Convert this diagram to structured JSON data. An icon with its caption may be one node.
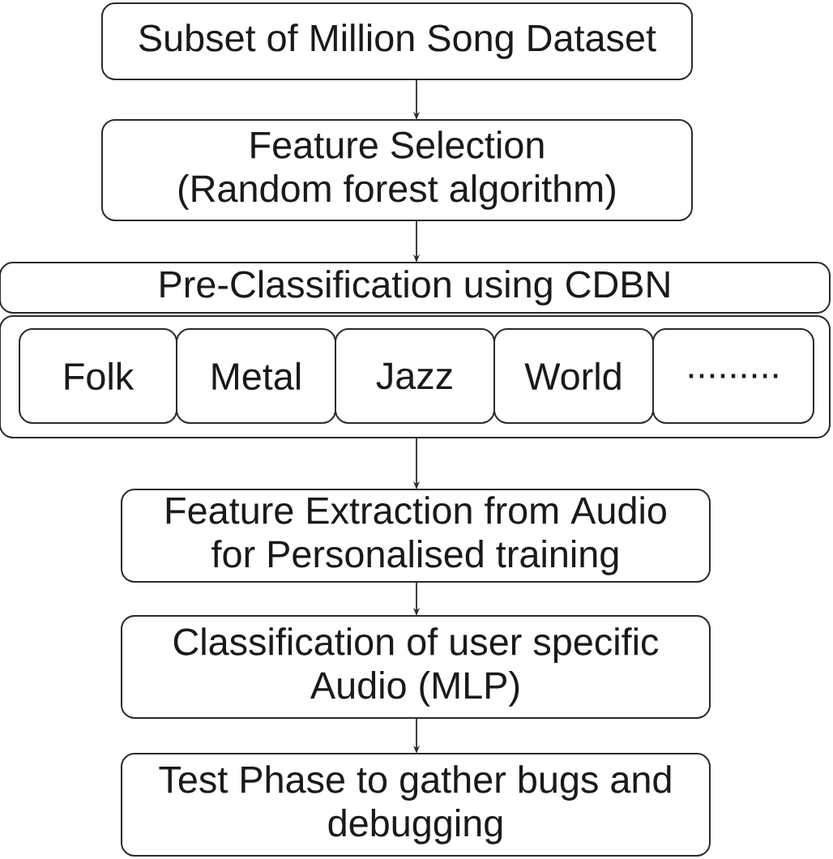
{
  "diagram": {
    "nodes": [
      {
        "text": [
          "Subset of Million Song Dataset"
        ]
      },
      {
        "text": [
          "Feature Selection (Random forest algorithm)"
        ]
      },
      {
        "text": [
          "Pre-Classification using CDBN"
        ]
      },
      {
        "text": [],
        "shape": "box"
      },
      {
        "text": [
          "Folk"
        ],
        "in": 3
      },
      {
        "text": [
          "Metal"
        ],
        "in": 3
      },
      {
        "text": [
          "Jazz"
        ],
        "in": 3
      },
      {
        "text": [
          "World"
        ],
        "in": 3
      },
      {
        "text": [
          "........."
        ],
        "in": 3
      },
      {
        "text": [
          "Feature Extraction from Audio for Personalised training"
        ]
      },
      {
        "text": [
          "Classification of user specific Audio (MLP)"
        ]
      },
      {
        "text": [
          "Test Phase to gather bugs and debugging"
        ]
      }
    ],
    "edges": [
      {
        "from": 0,
        "to": 1,
        "arrow": "to"
      },
      {
        "from": 1,
        "to": 2,
        "arrow": "to"
      },
      {
        "from": 3,
        "to": 9,
        "arrow": "to"
      },
      {
        "from": 9,
        "to": 10,
        "arrow": "to"
      },
      {
        "from": 10,
        "to": 11,
        "arrow": "to"
      }
    ]
  }
}
